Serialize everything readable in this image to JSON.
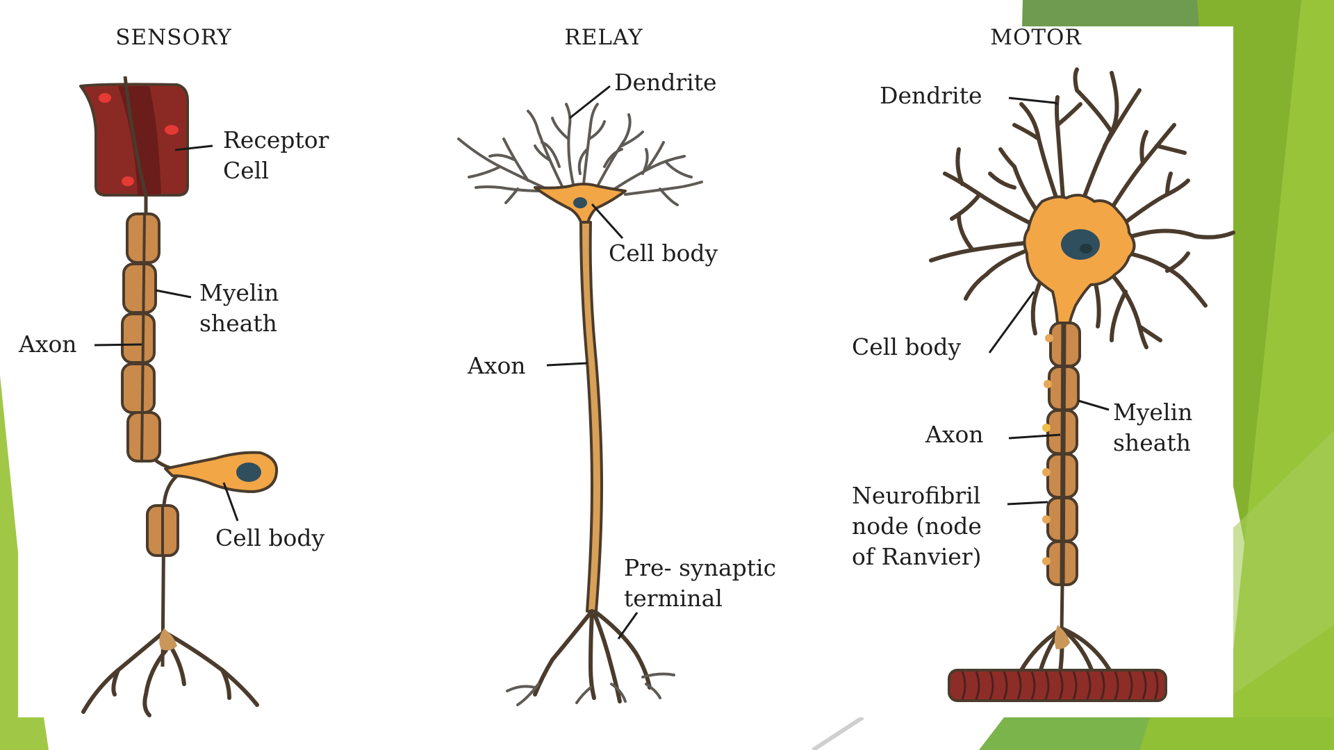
{
  "slide": {
    "theme_colors": {
      "green_dark": "#6e9b4f",
      "green_mid": "#7fb13c",
      "green_light": "#9bc83b",
      "green_bright": "#a3cb46",
      "panel": "#ffffff"
    }
  },
  "diagram": {
    "colors": {
      "outline": "#4a3b2c",
      "cell_orange": "#f2a646",
      "myelin_brown": "#c98a4b",
      "nucleus": "#2f4e5e",
      "receptor_red": "#8b2a24",
      "receptor_dark": "#6a1d1a",
      "receptor_spot": "#e53a35",
      "muscle": "#8e2d27",
      "dendrite_gray": "#5a5550"
    },
    "neurons": [
      {
        "title": "SENSORY",
        "labels": {
          "receptor_cell": [
            "Receptor",
            "Cell"
          ],
          "myelin_sheath": [
            "Myelin",
            "sheath"
          ],
          "axon": "Axon",
          "cell_body": "Cell body"
        }
      },
      {
        "title": "RELAY",
        "labels": {
          "dendrite": "Dendrite",
          "cell_body": "Cell body",
          "axon": "Axon",
          "presynaptic_terminal": [
            "Pre- synaptic",
            "terminal"
          ]
        }
      },
      {
        "title": "MOTOR",
        "labels": {
          "dendrite": "Dendrite",
          "cell_body": "Cell body",
          "axon": "Axon",
          "myelin_sheath": [
            "Myelin",
            "sheath"
          ],
          "node": [
            "Neurofibril",
            "node (node",
            "of Ranvier)"
          ]
        }
      }
    ]
  }
}
